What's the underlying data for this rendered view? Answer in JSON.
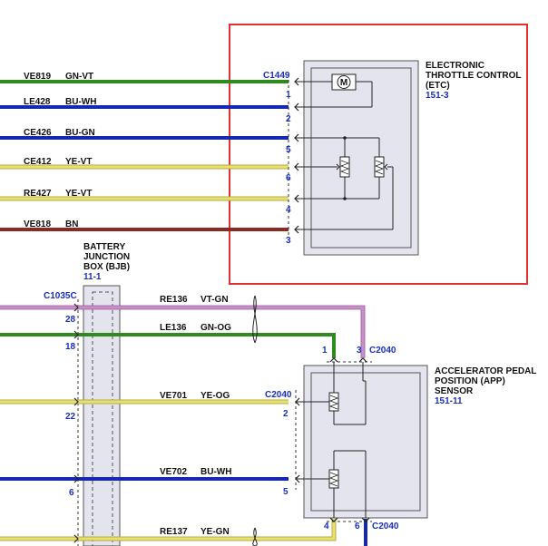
{
  "etc_wires": [
    {
      "circuit": "VE819",
      "color": "GN-VT",
      "pin": "1"
    },
    {
      "circuit": "LE428",
      "color": "BU-WH",
      "pin": "2"
    },
    {
      "circuit": "CE426",
      "color": "BU-GN",
      "pin": "5"
    },
    {
      "circuit": "CE412",
      "color": "YE-VT",
      "pin": "6"
    },
    {
      "circuit": "RE427",
      "color": "YE-VT",
      "pin": "4"
    },
    {
      "circuit": "VE818",
      "color": "BN",
      "pin": "3"
    }
  ],
  "etc": {
    "connector": "C1449",
    "title_lines": [
      "ELECTRONIC",
      "THROTTLE CONTROL",
      "(ETC)"
    ],
    "ref": "151-3",
    "motor_symbol": "M"
  },
  "bjb": {
    "title_lines": [
      "BATTERY",
      "JUNCTION",
      "BOX (BJB)"
    ],
    "ref": "11-1",
    "connector": "C1035C",
    "pins": [
      "28",
      "18",
      "22",
      "6"
    ]
  },
  "app_wires": [
    {
      "circuit": "RE136",
      "color": "VT-GN"
    },
    {
      "circuit": "LE136",
      "color": "GN-OG"
    },
    {
      "circuit": "VE701",
      "color": "YE-OG"
    },
    {
      "circuit": "VE702",
      "color": "BU-WH"
    },
    {
      "circuit": "RE137",
      "color": "YE-GN"
    }
  ],
  "app": {
    "title_lines": [
      "ACCELERATOR PEDAL",
      "POSITION (APP)",
      "SENSOR"
    ],
    "ref": "151-11",
    "connector_top": "C2040",
    "connector_mid": "C2040",
    "connector_bottom": "C2040",
    "pins_top": [
      "1",
      "3"
    ],
    "pin_mid_upper": "2",
    "pin_mid_lower": "5",
    "pins_bottom": [
      "4",
      "6"
    ]
  },
  "colors": {
    "green": "#2e8b1e",
    "blue": "#1428b4",
    "yellow": "#e8e070",
    "brown": "#8b2a1e",
    "violet": "#c890c8",
    "highlight": "#e03030",
    "component_fill": "#e4e4ee"
  }
}
